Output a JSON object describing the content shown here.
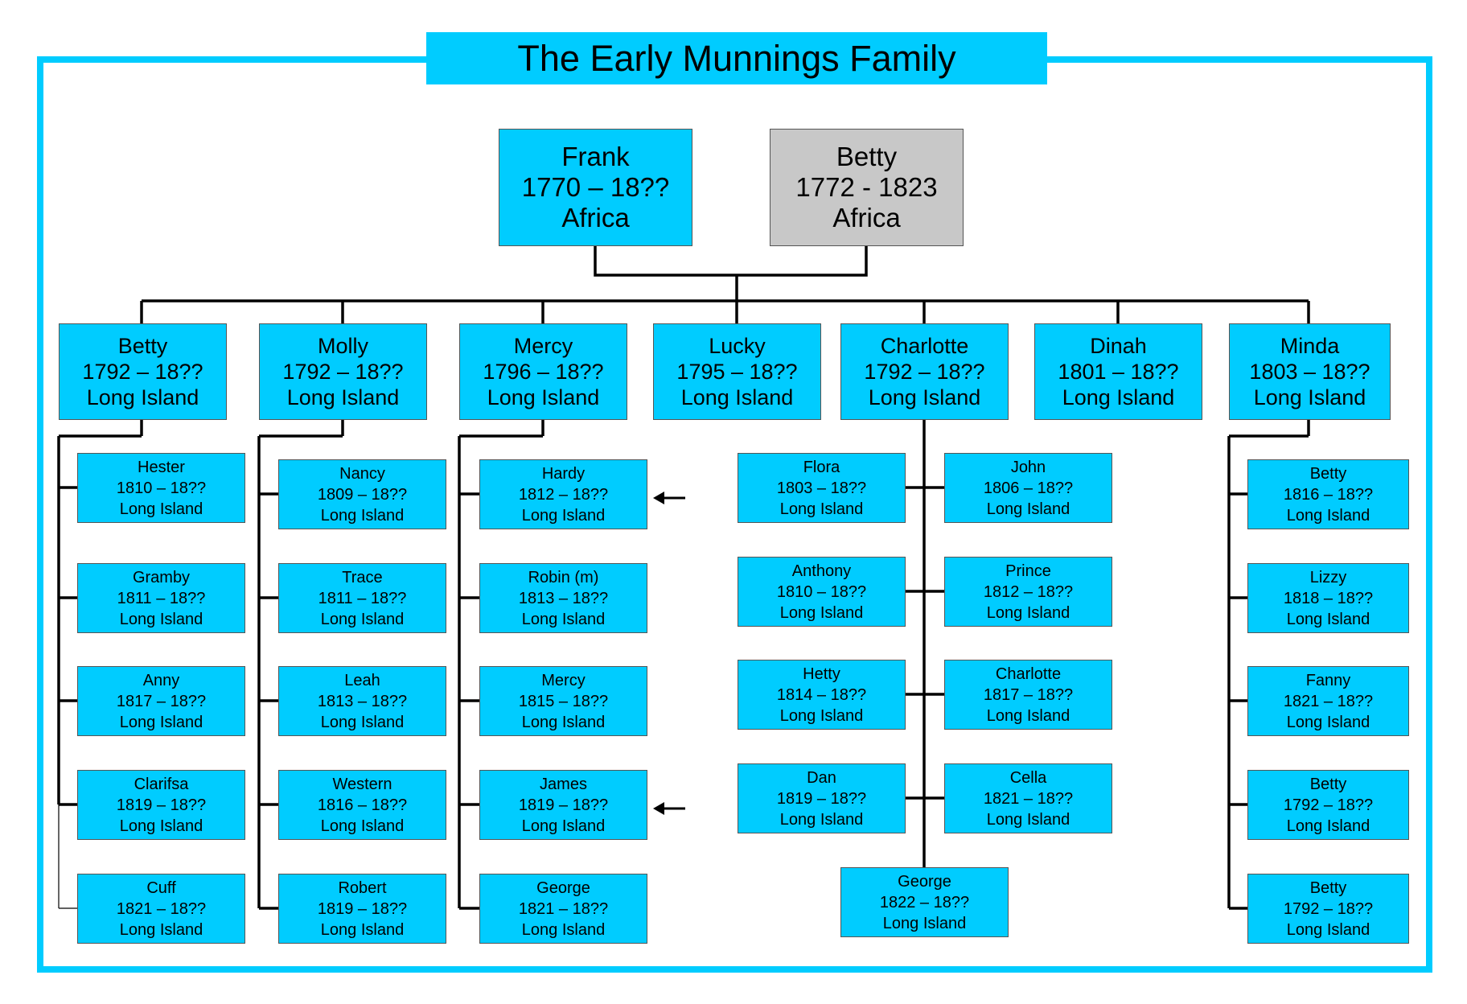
{
  "title": "The Early Munnings Family",
  "colors": {
    "box": "#00ccff",
    "box_alt": "#c8c8c8",
    "line": "#000000",
    "frame": "#00ccff"
  },
  "parents": [
    {
      "id": "frank",
      "name": "Frank",
      "dates": "1770 – 18??",
      "place": "Africa"
    },
    {
      "id": "betty-mother",
      "name": "Betty",
      "dates": "1772 - 1823",
      "place": "Africa"
    }
  ],
  "children": [
    {
      "id": "betty",
      "name": "Betty",
      "dates": "1792 – 18??",
      "place": "Long Island"
    },
    {
      "id": "molly",
      "name": "Molly",
      "dates": "1792 – 18??",
      "place": "Long Island"
    },
    {
      "id": "mercy",
      "name": "Mercy",
      "dates": "1796 – 18??",
      "place": "Long Island"
    },
    {
      "id": "lucky",
      "name": "Lucky",
      "dates": "1795 – 18??",
      "place": "Long Island"
    },
    {
      "id": "charlotte",
      "name": "Charlotte",
      "dates": "1792 – 18??",
      "place": "Long Island"
    },
    {
      "id": "dinah",
      "name": "Dinah",
      "dates": "1801 – 18??",
      "place": "Long Island"
    },
    {
      "id": "minda",
      "name": "Minda",
      "dates": "1803 – 18??",
      "place": "Long Island"
    }
  ],
  "grandchildren": {
    "betty": [
      {
        "name": "Hester",
        "dates": "1810 – 18??",
        "place": "Long Island"
      },
      {
        "name": "Gramby",
        "dates": "1811 – 18??",
        "place": "Long Island"
      },
      {
        "name": "Anny",
        "dates": "1817 – 18??",
        "place": "Long Island"
      },
      {
        "name": "Clarifsa",
        "dates": "1819 – 18??",
        "place": "Long Island"
      },
      {
        "name": "Cuff",
        "dates": "1821 – 18??",
        "place": "Long Island"
      }
    ],
    "molly": [
      {
        "name": "Nancy",
        "dates": "1809 – 18??",
        "place": "Long Island"
      },
      {
        "name": "Trace",
        "dates": "1811 – 18??",
        "place": "Long Island"
      },
      {
        "name": "Leah",
        "dates": "1813 – 18??",
        "place": "Long Island"
      },
      {
        "name": "Western",
        "dates": "1816 – 18??",
        "place": "Long Island"
      },
      {
        "name": "Robert",
        "dates": "1819 – 18??",
        "place": "Long Island"
      }
    ],
    "mercy": [
      {
        "name": "Hardy",
        "dates": "1812 – 18??",
        "place": "Long Island"
      },
      {
        "name": "Robin (m)",
        "dates": "1813 – 18??",
        "place": "Long Island"
      },
      {
        "name": "Mercy",
        "dates": "1815 – 18??",
        "place": "Long Island"
      },
      {
        "name": "James",
        "dates": "1819 – 18??",
        "place": "Long Island"
      },
      {
        "name": "George",
        "dates": "1821 – 18??",
        "place": "Long Island"
      }
    ],
    "charlotte_left": [
      {
        "name": "Flora",
        "dates": "1803 – 18??",
        "place": "Long Island"
      },
      {
        "name": "Anthony",
        "dates": "1810 – 18??",
        "place": "Long Island"
      },
      {
        "name": "Hetty",
        "dates": "1814 – 18??",
        "place": "Long Island"
      },
      {
        "name": "Dan",
        "dates": "1819 – 18??",
        "place": "Long Island"
      }
    ],
    "charlotte_right": [
      {
        "name": "John",
        "dates": "1806 – 18??",
        "place": "Long Island"
      },
      {
        "name": "Prince",
        "dates": "1812 – 18??",
        "place": "Long Island"
      },
      {
        "name": "Charlotte",
        "dates": "1817 – 18??",
        "place": "Long Island"
      },
      {
        "name": "Cella",
        "dates": "1821 – 18??",
        "place": "Long Island"
      }
    ],
    "charlotte_bottom": [
      {
        "name": "George",
        "dates": "1822 – 18??",
        "place": "Long Island"
      }
    ],
    "minda": [
      {
        "name": "Betty",
        "dates": "1816 – 18??",
        "place": "Long Island"
      },
      {
        "name": "Lizzy",
        "dates": "1818 – 18??",
        "place": "Long Island"
      },
      {
        "name": "Fanny",
        "dates": "1821 – 18??",
        "place": "Long Island"
      },
      {
        "name": "Betty",
        "dates": "1792 – 18??",
        "place": "Long Island"
      },
      {
        "name": "Betty",
        "dates": "1792 – 18??",
        "place": "Long Island"
      }
    ]
  },
  "markers": [
    {
      "name": "arrow-hardy-icon",
      "points_to": "Hardy"
    },
    {
      "name": "arrow-james-icon",
      "points_to": "James"
    }
  ]
}
